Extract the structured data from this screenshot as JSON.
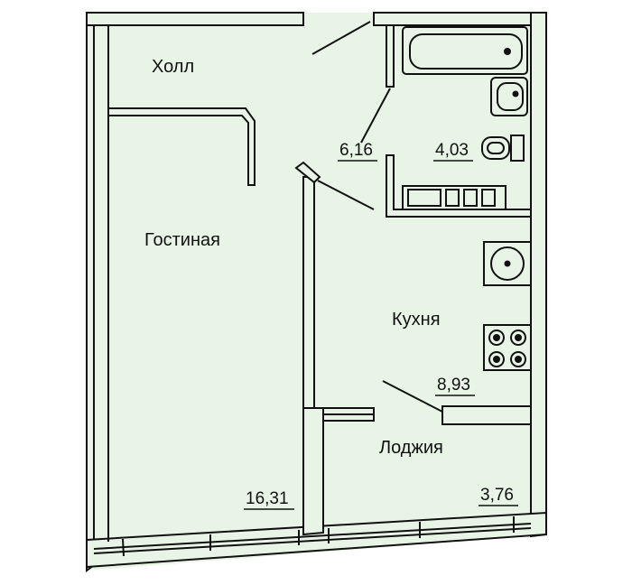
{
  "colors": {
    "background": "#ffffff",
    "floor": "#e8f5e6",
    "wall": "#111111",
    "wall_fill": "#e8f5e6"
  },
  "rooms": {
    "hall": {
      "name": "Холл",
      "area": "6,16"
    },
    "bathroom": {
      "area": "4,03"
    },
    "living": {
      "name": "Гостиная",
      "area": "16,31"
    },
    "kitchen": {
      "name": "Кухня",
      "area": "8,93"
    },
    "loggia": {
      "name": "Лоджия",
      "area": "3,76"
    }
  },
  "fixtures": [
    "bathtub-icon",
    "sink-icon",
    "toilet-icon",
    "kitchen-sink-icon",
    "stove-icon",
    "counter-icon"
  ]
}
